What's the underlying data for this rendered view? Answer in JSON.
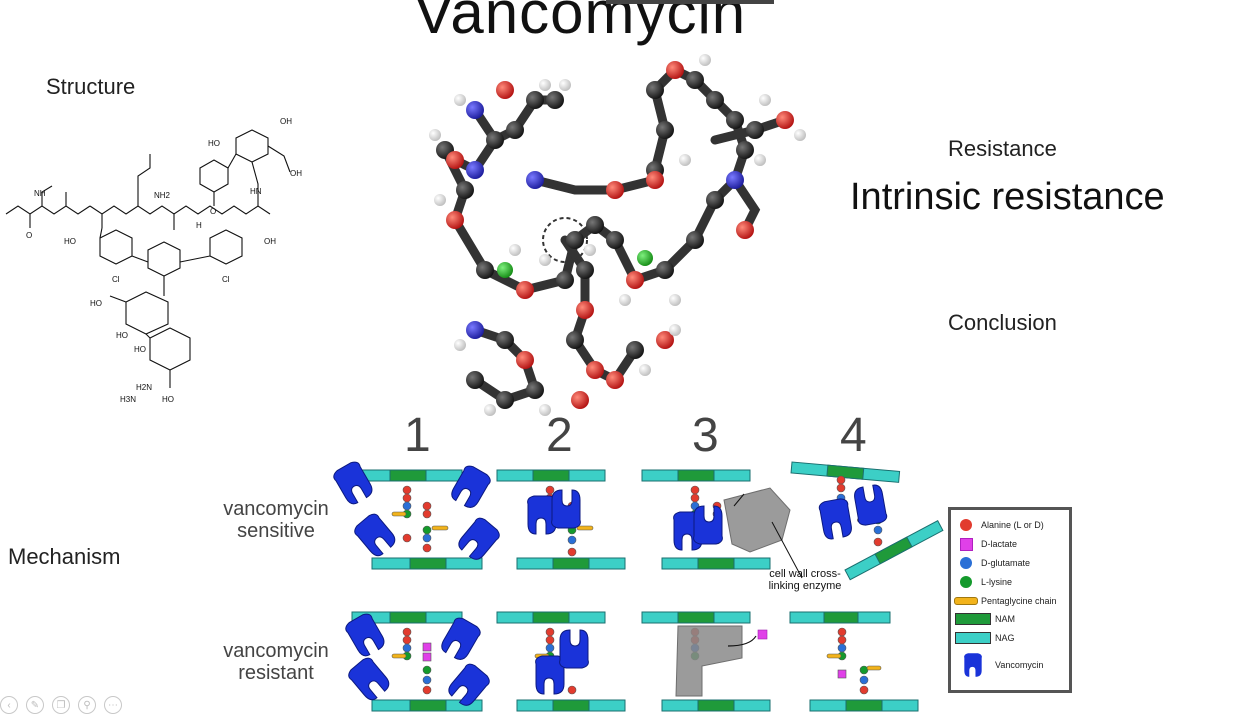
{
  "slide": {
    "title": "Vancomycin",
    "structure_label": "Structure",
    "resistance_label": "Resistance",
    "intrinsic_label": "Intrinsic resistance",
    "conclusion_label": "Conclusion",
    "mechanism_label": "Mechanism"
  },
  "structure_2d": {
    "atoms": [
      "NH",
      "O",
      "OH",
      "HO",
      "NH2",
      "Cl",
      "HN",
      "H",
      "H2N",
      "O",
      "OH",
      "HO",
      "HO",
      "Cl",
      "OH",
      "HO",
      "HO",
      "H3N",
      "HO"
    ]
  },
  "diagram": {
    "steps": [
      "1",
      "2",
      "3",
      "4"
    ],
    "row_sensitive": "vancomycin\nsensitive",
    "row_resistant": "vancomycin\nresistant",
    "enzyme_label": "cell wall cross-linking enzyme"
  },
  "legend": {
    "items": [
      {
        "label": "Alanine (L or D)",
        "symbol": "dot",
        "color": "#e23b2e"
      },
      {
        "label": "D-lactate",
        "symbol": "square",
        "color": "#e040e8"
      },
      {
        "label": "D-glutamate",
        "symbol": "dot",
        "color": "#2a6fd6"
      },
      {
        "label": "L-lysine",
        "symbol": "dot",
        "color": "#149a2c"
      },
      {
        "label": "Pentaglycine chain",
        "symbol": "pill",
        "color": "#f2b31b"
      },
      {
        "label": "NAM",
        "symbol": "bar",
        "color": "#1f9a3a"
      },
      {
        "label": "NAG",
        "symbol": "bar",
        "color": "#3ccfc6"
      },
      {
        "label": "Vancomycin",
        "symbol": "vanco",
        "color": "#1a33d9"
      }
    ]
  },
  "colors": {
    "vancomycin": "#1a33d9",
    "nag": "#3ccfc6",
    "nam": "#1f9a3a",
    "alanine": "#e23b2e",
    "glutamate": "#2a6fd6",
    "lysine": "#149a2c",
    "lactate": "#e040e8",
    "pentaglycine": "#f2b31b",
    "enzyme": "#8a8a8a"
  },
  "toolbar": {
    "icons": [
      "back-icon",
      "pen-icon",
      "copy-icon",
      "zoom-icon",
      "more-icon"
    ]
  }
}
